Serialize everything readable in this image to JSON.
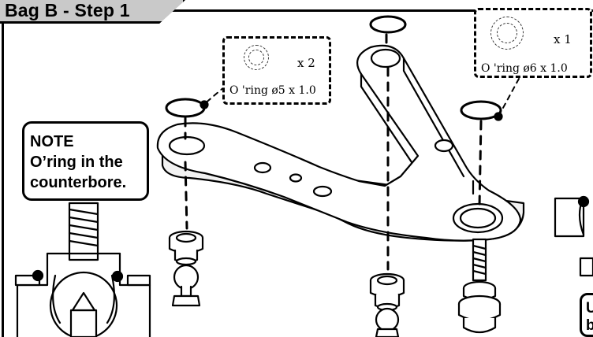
{
  "header": {
    "title": "Bag B - Step 1"
  },
  "note": {
    "lines": [
      "NOTE",
      "O’ring in the",
      "counterbore."
    ]
  },
  "callout_small": {
    "quantity": "x 2",
    "spec": "O 'ring ø5 x 1.0"
  },
  "callout_large": {
    "quantity": "x 1",
    "spec": "O 'ring ø6 x 1.0"
  },
  "partial_box": {
    "line1": "U",
    "line2": "b"
  },
  "colors": {
    "header_bg": "#c9c9c9",
    "ink": "#000000",
    "part_fill": "#ffffff"
  }
}
